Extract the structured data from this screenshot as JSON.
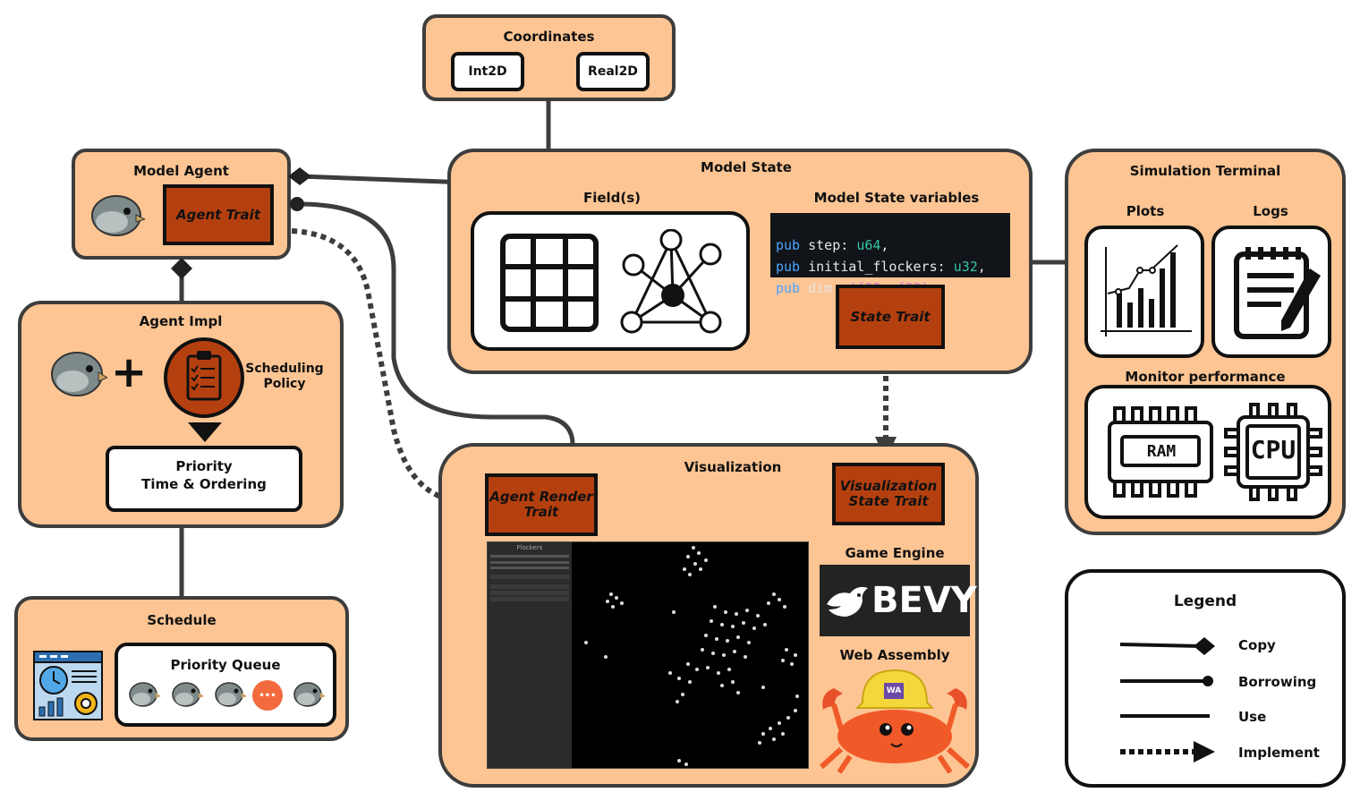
{
  "coordinates": {
    "title": "Coordinates",
    "int2d": "Int2D",
    "real2d": "Real2D"
  },
  "model_agent": {
    "title": "Model Agent",
    "agent_trait": "Agent Trait"
  },
  "model_state": {
    "title": "Model State",
    "fields_title": "Field(s)",
    "vars_title": "Model State variables",
    "code": [
      {
        "kw": "pub",
        "name": " step",
        "sep": ": ",
        "ty": "u64",
        "tail": ","
      },
      {
        "kw": "pub",
        "name": " initial_flockers",
        "sep": ": ",
        "ty": "u32",
        "tail": ","
      },
      {
        "kw": "pub",
        "name": " dim",
        "sep": ": ",
        "ty": "(f32, f32)",
        "tail": ","
      }
    ],
    "state_trait": "State Trait"
  },
  "simulation_terminal": {
    "title": "Simulation Terminal",
    "plots": "Plots",
    "logs": "Logs",
    "monitor": "Monitor performance",
    "ram": "RAM",
    "cpu": "CPU"
  },
  "agent_impl": {
    "title": "Agent Impl",
    "plus": "+",
    "scheduling_policy": "Scheduling Policy",
    "priority_line1": "Priority",
    "priority_line2": "Time & Ordering"
  },
  "schedule": {
    "title": "Schedule",
    "priority_queue": "Priority Queue",
    "ellipsis": "•••"
  },
  "visualization": {
    "title": "Visualization",
    "agent_render_trait": "Agent Render Trait",
    "visualization_state_trait": "Visualization State Trait",
    "game_engine": "Game Engine",
    "bevy": "BEVY",
    "web_assembly": "Web Assembly",
    "wa_badge": "WA",
    "flockers_panel": "Flockers"
  },
  "legend": {
    "title": "Legend",
    "items": [
      "Copy",
      "Borrowing",
      "Use",
      "Implement"
    ]
  },
  "colors": {
    "box_fill": "#fdc593",
    "trait_fill": "#b5400f",
    "border": "#3d3d3d",
    "ellipsis": "#f26a3d"
  }
}
